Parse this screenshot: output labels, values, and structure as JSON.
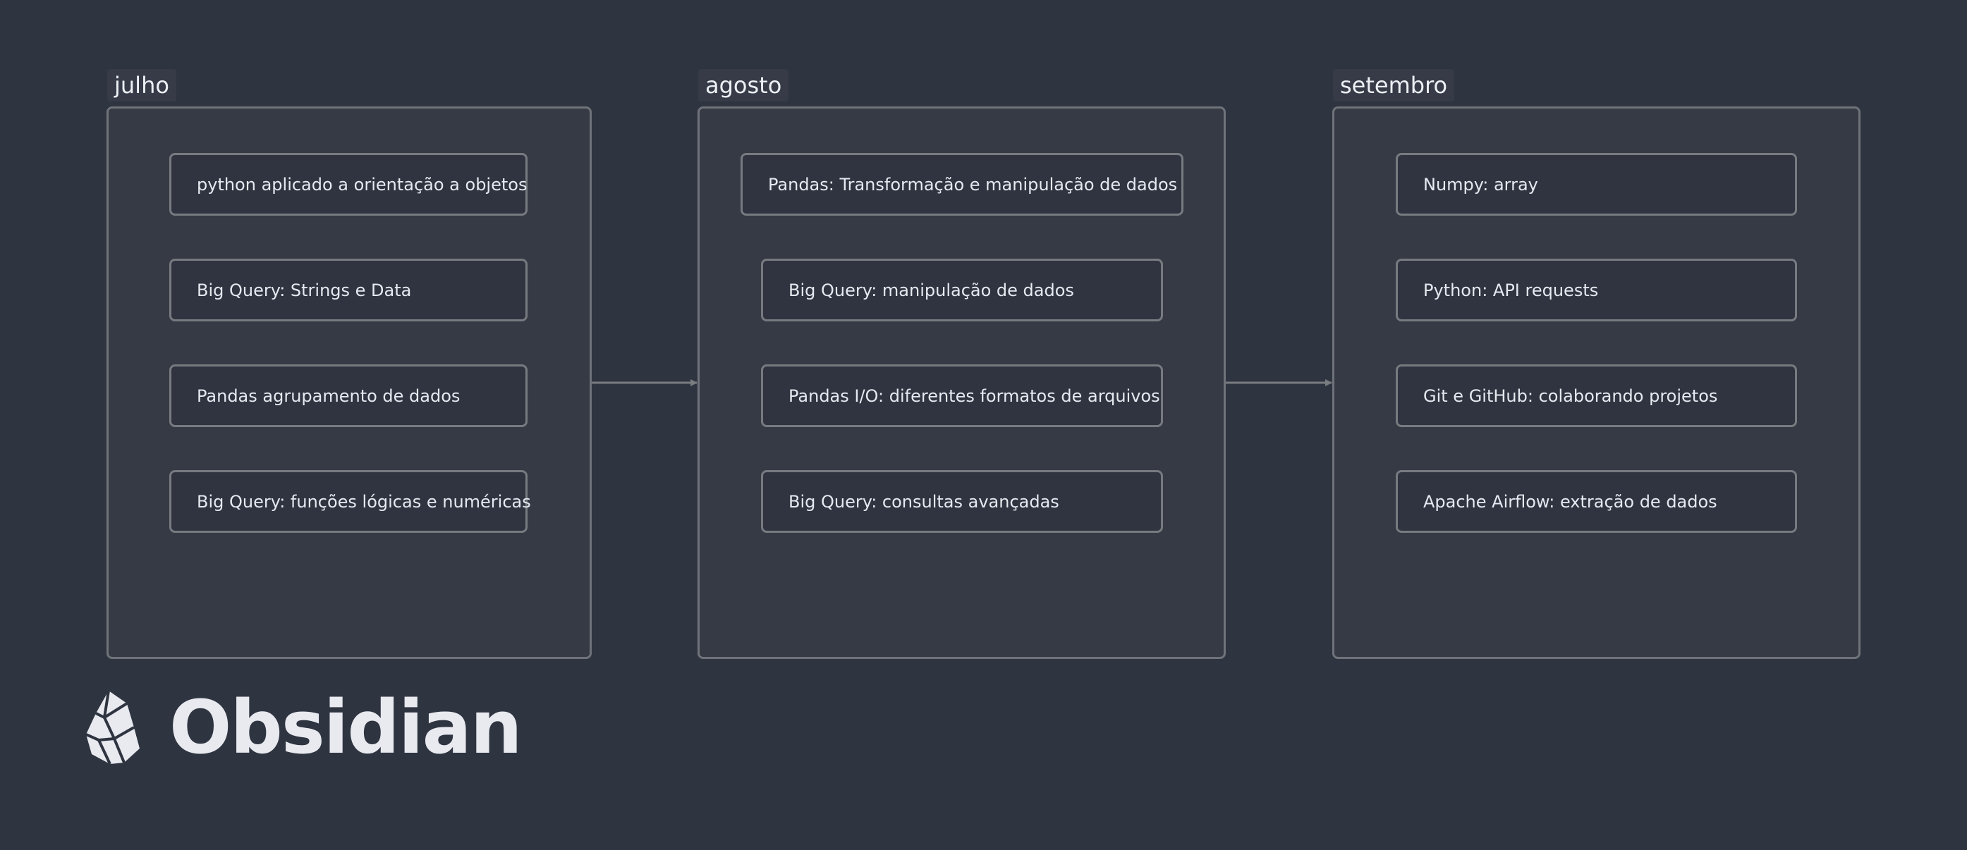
{
  "groups": [
    {
      "label": "julho",
      "nodes": [
        "python aplicado a orientação a objetos",
        "Big Query: Strings e Data",
        "Pandas agrupamento de dados",
        "Big Query: funções lógicas e numéricas"
      ]
    },
    {
      "label": "agosto",
      "nodes": [
        "Pandas: Transformação e manipulação de dados",
        "Big Query: manipulação de dados",
        "Pandas I/O: diferentes formatos de arquivos",
        "Big Query: consultas avançadas"
      ]
    },
    {
      "label": "setembro",
      "nodes": [
        "Numpy: array",
        "Python: API requests",
        "Git e GitHub: colaborando projetos",
        "Apache Airflow: extração de dados"
      ]
    }
  ],
  "brand": {
    "name": "Obsidian",
    "logo_icon": "obsidian-crystal-icon"
  },
  "colors": {
    "background": "#2e3440",
    "group_fill": "#353a45",
    "border": "#777b80",
    "edge": "#7a7d80",
    "text": "#e5e9f0"
  }
}
